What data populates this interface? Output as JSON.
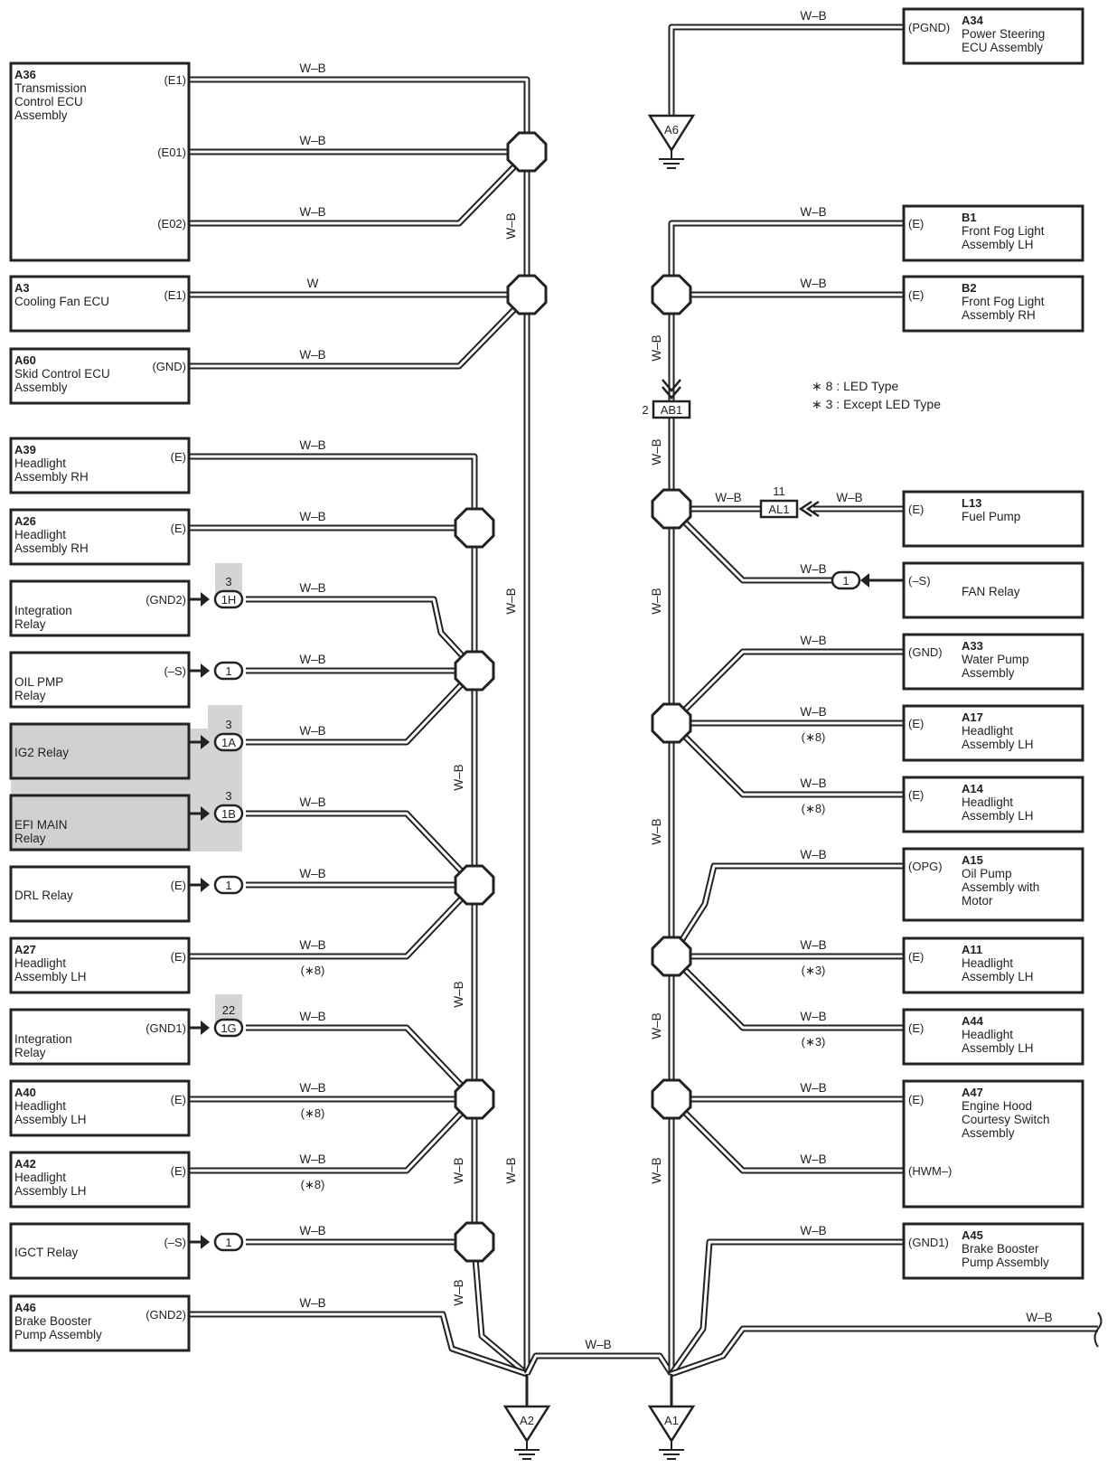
{
  "wire_label": "W–B",
  "left_components": [
    {
      "code": "A36",
      "name": [
        "Transmission",
        "Control ECU",
        "Assembly"
      ],
      "pins": [
        "(E1)",
        "(E01)",
        "(E02)"
      ]
    },
    {
      "code": "A3",
      "name": [
        "Cooling Fan ECU"
      ],
      "pins": [
        "(E1)"
      ],
      "wire": "W"
    },
    {
      "code": "A60",
      "name": [
        "Skid Control ECU",
        "Assembly"
      ],
      "pins": [
        "(GND)"
      ]
    },
    {
      "code": "A39",
      "name": [
        "Headlight",
        "Assembly RH"
      ],
      "pins": [
        "(E)"
      ]
    },
    {
      "code": "A26",
      "name": [
        "Headlight",
        "Assembly RH"
      ],
      "pins": [
        "(E)"
      ]
    },
    {
      "code": "",
      "name": [
        "Integration",
        "Relay"
      ],
      "pins": [
        "(GND2)"
      ],
      "connector": "1H",
      "conn_pin": "3"
    },
    {
      "code": "",
      "name": [
        "OIL PMP",
        "Relay"
      ],
      "pins": [
        "(–S)"
      ],
      "inline": "1"
    },
    {
      "code": "",
      "name": [
        "IG2 Relay"
      ],
      "pins": [],
      "connector": "1A",
      "conn_pin": "3",
      "shaded": true
    },
    {
      "code": "",
      "name": [
        "EFI MAIN",
        "Relay"
      ],
      "pins": [],
      "connector": "1B",
      "conn_pin": "3",
      "shaded": true
    },
    {
      "code": "",
      "name": [
        "DRL Relay"
      ],
      "pins": [
        "(E)"
      ],
      "inline": "1"
    },
    {
      "code": "A27",
      "name": [
        "Headlight",
        "Assembly LH"
      ],
      "pins": [
        "(E)"
      ],
      "variant": "(∗8)"
    },
    {
      "code": "",
      "name": [
        "Integration",
        "Relay"
      ],
      "pins": [
        "(GND1)"
      ],
      "connector": "1G",
      "conn_pin": "22"
    },
    {
      "code": "A40",
      "name": [
        "Headlight",
        "Assembly LH"
      ],
      "pins": [
        "(E)"
      ],
      "variant": "(∗8)"
    },
    {
      "code": "A42",
      "name": [
        "Headlight",
        "Assembly LH"
      ],
      "pins": [
        "(E)"
      ],
      "variant": "(∗8)"
    },
    {
      "code": "",
      "name": [
        "IGCT Relay"
      ],
      "pins": [
        "(–S)"
      ],
      "inline": "1"
    },
    {
      "code": "A46",
      "name": [
        "Brake Booster",
        "Pump Assembly"
      ],
      "pins": [
        "(GND2)"
      ]
    }
  ],
  "right_components": [
    {
      "code": "A34",
      "name": [
        "Power Steering",
        "ECU Assembly"
      ],
      "pins": [
        "(PGND)"
      ]
    },
    {
      "code": "B1",
      "name": [
        "Front Fog Light",
        "Assembly LH"
      ],
      "pins": [
        "(E)"
      ]
    },
    {
      "code": "B2",
      "name": [
        "Front Fog Light",
        "Assembly RH"
      ],
      "pins": [
        "(E)"
      ]
    },
    {
      "code": "L13",
      "name": [
        "Fuel Pump"
      ],
      "pins": [
        "(E)"
      ]
    },
    {
      "code": "",
      "name": [
        "FAN Relay"
      ],
      "pins": [
        "(–S)"
      ],
      "inline": "1"
    },
    {
      "code": "A33",
      "name": [
        "Water Pump",
        "Assembly"
      ],
      "pins": [
        "(GND)"
      ]
    },
    {
      "code": "A17",
      "name": [
        "Headlight",
        "Assembly LH"
      ],
      "pins": [
        "(E)"
      ],
      "variant": "(∗8)"
    },
    {
      "code": "A14",
      "name": [
        "Headlight",
        "Assembly LH"
      ],
      "pins": [
        "(E)"
      ],
      "variant": "(∗8)"
    },
    {
      "code": "A15",
      "name": [
        "Oil Pump",
        "Assembly with",
        "Motor"
      ],
      "pins": [
        "(OPG)"
      ]
    },
    {
      "code": "A11",
      "name": [
        "Headlight",
        "Assembly LH"
      ],
      "pins": [
        "(E)"
      ],
      "variant": "(∗3)"
    },
    {
      "code": "A44",
      "name": [
        "Headlight",
        "Assembly LH"
      ],
      "pins": [
        "(E)"
      ],
      "variant": "(∗3)"
    },
    {
      "code": "A47",
      "name": [
        "Engine Hood",
        "Courtesy Switch",
        "Assembly"
      ],
      "pins": [
        "(E)",
        "(HWM–)"
      ]
    },
    {
      "code": "A45",
      "name": [
        "Brake Booster",
        "Pump Assembly"
      ],
      "pins": [
        "(GND1)"
      ]
    }
  ],
  "connectors": {
    "ab1": {
      "label": "AB1",
      "pin": "2"
    },
    "al1": {
      "label": "AL1",
      "pin": "11"
    }
  },
  "grounds": [
    "A6",
    "A2",
    "A1"
  ],
  "notes": [
    "∗ 8 : LED Type",
    "∗ 3 : Except LED Type"
  ]
}
